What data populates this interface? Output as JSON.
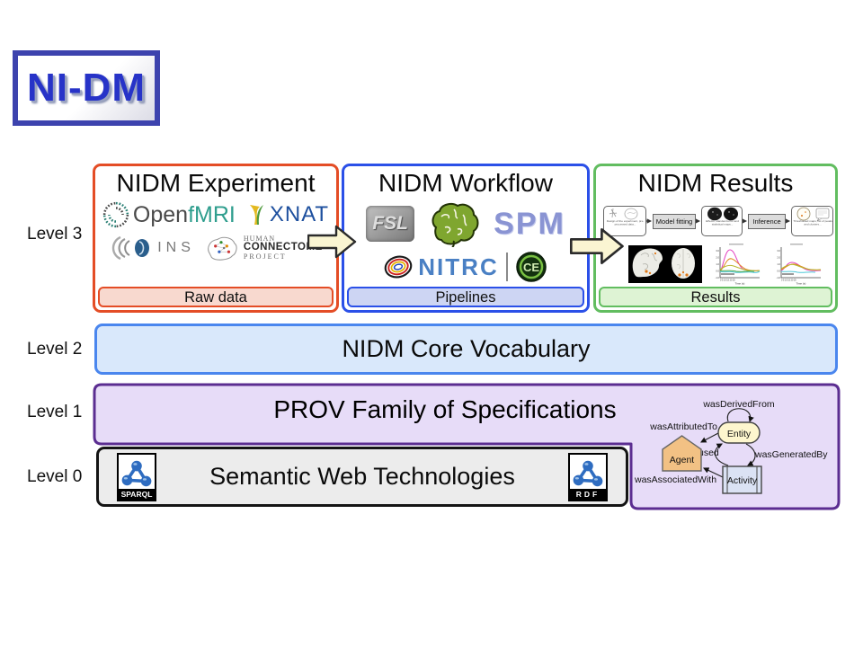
{
  "logo": {
    "text": "NI-DM"
  },
  "labels": {
    "l3": "Level 3",
    "l2": "Level 2",
    "l1": "Level 1",
    "l0": "Level 0"
  },
  "experiment": {
    "title": "NIDM Experiment",
    "strip": "Raw data",
    "logo_open": "Open",
    "logo_fmri": "fMRI",
    "logo_xnat": "XNAT",
    "logo_ins": "INS",
    "hcp_1": "HUMAN",
    "hcp_2": "CONNECTOME",
    "hcp_3": "PROJECT"
  },
  "workflow": {
    "title": "NIDM Workflow",
    "strip": "Pipelines",
    "logo_fsl": "FSL",
    "logo_spm": "SPM",
    "logo_nitrc": "NITRC",
    "logo_ce": "CE"
  },
  "results": {
    "title": "NIDM Results",
    "strip": "Results",
    "step_model": "Model fitting",
    "step_inference": "Inference",
    "note_design": "Design of the experiment, pre-processed data...",
    "note_effects": "Effects, standard error and statistical maps...",
    "note_threshold": "Thresholded maps, list of peaks and clusters...",
    "xlabel": "Time (s)",
    "xticks": "0 5 10 15 20 25",
    "yticks": [
      "3.0",
      "2.0",
      "1.0",
      "0.0",
      "-1.0"
    ]
  },
  "core": {
    "title": "NIDM Core Vocabulary"
  },
  "prov_band": {
    "title": "PROV Family of Specifications"
  },
  "semantic": {
    "title": "Semantic Web Technologies",
    "badge_sparql": "SPARQL",
    "badge_rdf": "RDF"
  },
  "prov": {
    "entity": "Entity",
    "agent": "Agent",
    "activity": "Activity",
    "e_derived": "wasDerivedFrom",
    "e_attributed": "wasAttributedTo",
    "e_used": "used",
    "e_generated": "wasGeneratedBy",
    "e_associated": "wasAssociatedWith"
  },
  "colors": {
    "experiment_border": "#E44D26",
    "experiment_strip": "#F8D9CF",
    "workflow_border": "#2B50E8",
    "workflow_strip": "#CDD5F3",
    "results_border": "#62BD60",
    "results_strip": "#DEF3D4",
    "level2_border": "#4A86EE",
    "level2_fill": "#D9E8FB",
    "level1_border": "#5B2D91",
    "level1_fill": "#E7DCF8",
    "level0_border": "#141414",
    "level0_fill": "#ECECEC",
    "arrow_fill": "#FAF5D2",
    "entity_fill": "#FDF6CE",
    "agent_fill": "#F2C184",
    "activity_fill": "#DBE2F4",
    "logo_blue": "#2733C8"
  }
}
